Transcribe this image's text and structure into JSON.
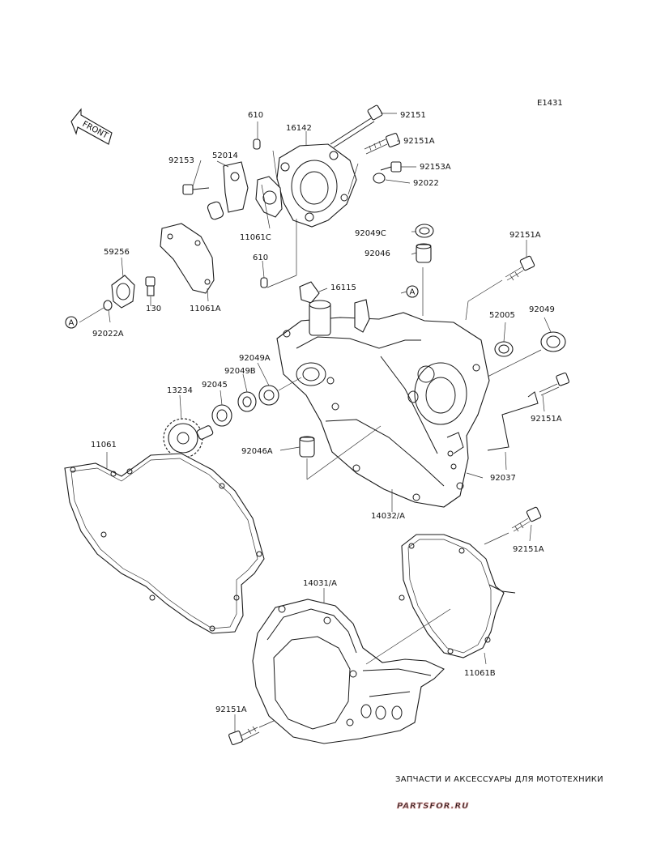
{
  "diagram_code": "E1431",
  "front_arrow": "FRONT",
  "ref_marker": "A",
  "parts": {
    "p92151": "92151",
    "p610a": "610",
    "p16142": "16142",
    "p92151A_1": "92151A",
    "p92153": "92153",
    "p52014": "52014",
    "p92153A": "92153A",
    "p92022": "92022",
    "p11061C": "11061C",
    "p610b": "610",
    "p92049C": "92049C",
    "p92046": "92046",
    "p92151A_2": "92151A",
    "p59256": "59256",
    "p130": "130",
    "p11061A": "11061A",
    "p92022A": "92022A",
    "p16115": "16115",
    "p52005": "52005",
    "p92049": "92049",
    "p92049A": "92049A",
    "p92049B": "92049B",
    "p92045": "92045",
    "p13234": "13234",
    "p92151A_3": "92151A",
    "p11061": "11061",
    "p92046A": "92046A",
    "p92037": "92037",
    "p14032A": "14032/A",
    "p92151A_4": "92151A",
    "p14031A": "14031/A",
    "p11061B": "11061B",
    "p92151A_5": "92151A"
  },
  "watermark": {
    "tagline": "ЗАПЧАСТИ И АКСЕССУАРЫ ДЛЯ МОТОТЕХНИКИ",
    "logo": "PARTSFOR.RU"
  }
}
